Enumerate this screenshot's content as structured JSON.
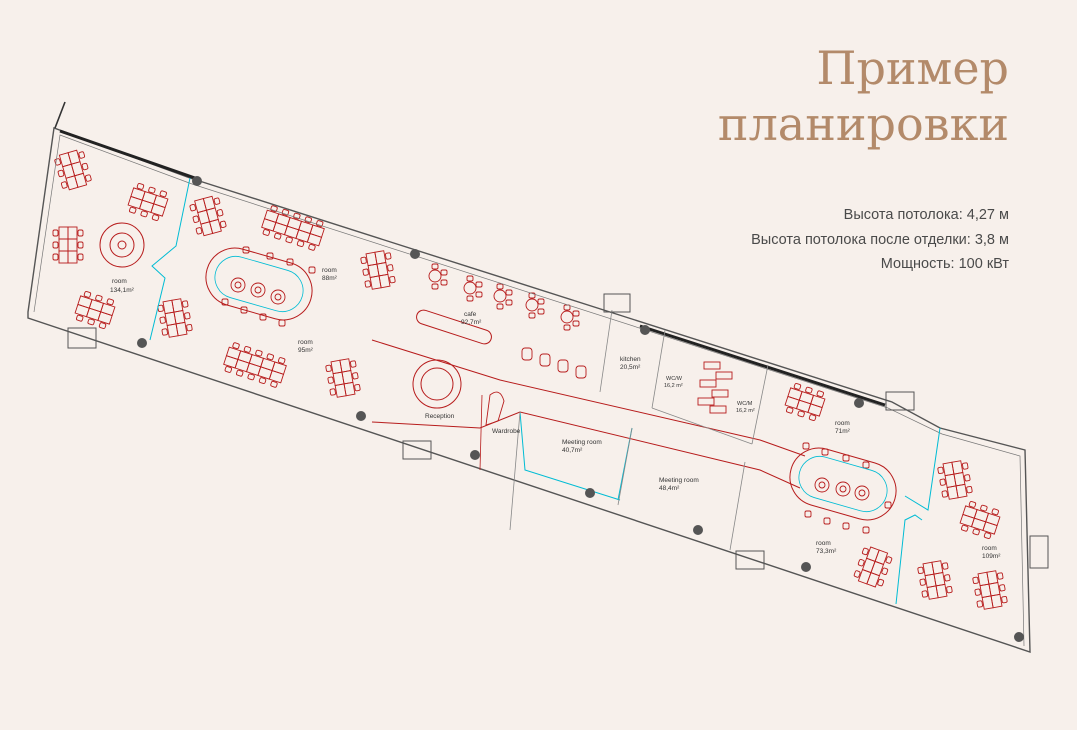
{
  "title": [
    "Пример",
    "планировки"
  ],
  "specs": [
    "Высота потолока: 4,27 м",
    "Высота потолока после отделки: 3,8 м",
    "Мощность: 100 кВт"
  ],
  "rooms": [
    {
      "name": "room",
      "area": "134,1m²"
    },
    {
      "name": "room",
      "area": "88m²"
    },
    {
      "name": "room",
      "area": "95m²"
    },
    {
      "name": "cafe",
      "area": "92,7m²"
    },
    {
      "name": "kitchen",
      "area": "20,5m²"
    },
    {
      "name": "WC/W",
      "area": "16,2 m²"
    },
    {
      "name": "WC/M",
      "area": "16,2 m²"
    },
    {
      "name": "Reception",
      "area": ""
    },
    {
      "name": "Wardrobe",
      "area": ""
    },
    {
      "name": "Meeting room",
      "area": "40,7m²"
    },
    {
      "name": "Meeting room",
      "area": "48,4m²"
    },
    {
      "name": "room",
      "area": "71m²"
    },
    {
      "name": "room",
      "area": "73,3m²"
    },
    {
      "name": "room",
      "area": "109m²"
    }
  ],
  "colors": {
    "background": "#f7f0eb",
    "furniture": "#b71c1c",
    "partition": "#00bcd4",
    "wall": "#555555",
    "title": "#b38a6a"
  }
}
